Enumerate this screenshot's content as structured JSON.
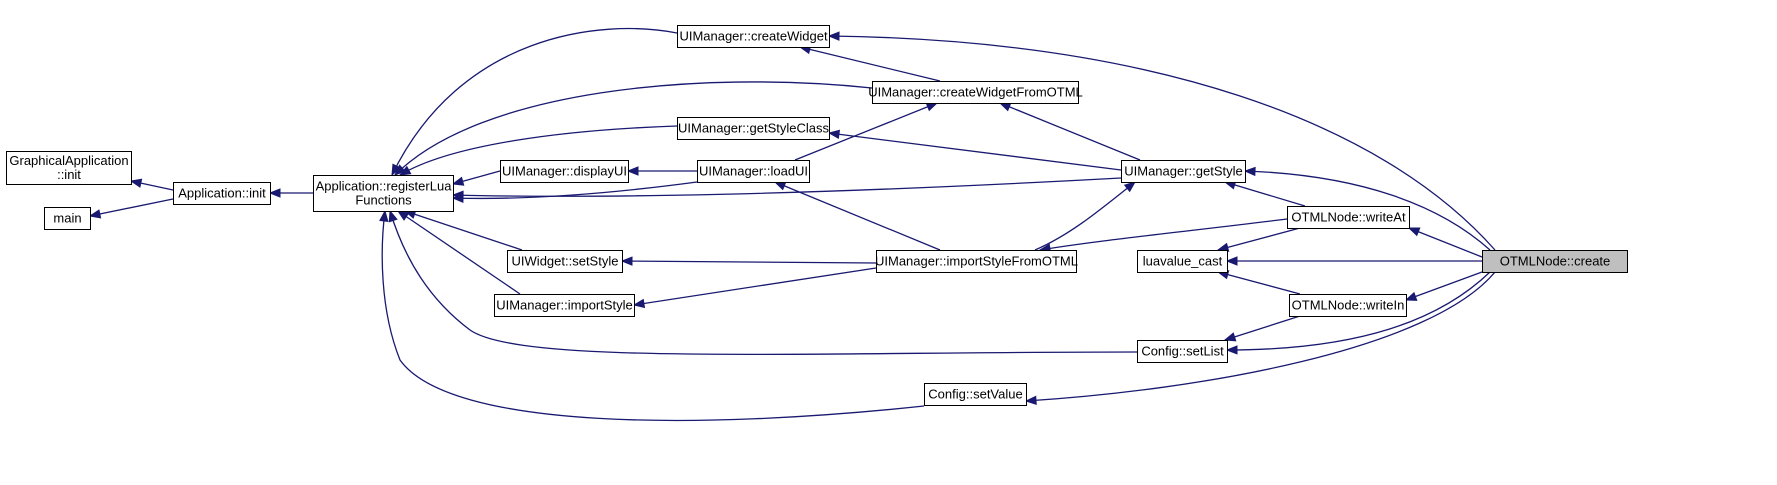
{
  "diagram": {
    "colors": {
      "edge": "#191970",
      "node_border": "#000000",
      "focus_fill": "#bfbfbf",
      "node_fill": "#ffffff"
    },
    "nodes": [
      {
        "id": "graphical_app_init",
        "lines": [
          "GraphicalApplication",
          "::init"
        ]
      },
      {
        "id": "main",
        "lines": [
          "main"
        ]
      },
      {
        "id": "application_init",
        "lines": [
          "Application::init"
        ]
      },
      {
        "id": "register_lua",
        "lines": [
          "Application::registerLua",
          "Functions"
        ]
      },
      {
        "id": "create_widget",
        "lines": [
          "UIManager::createWidget"
        ]
      },
      {
        "id": "create_widget_from_otml",
        "lines": [
          "UIManager::createWidgetFromOTML"
        ]
      },
      {
        "id": "get_style_class",
        "lines": [
          "UIManager::getStyleClass"
        ]
      },
      {
        "id": "display_ui",
        "lines": [
          "UIManager::displayUI"
        ]
      },
      {
        "id": "load_ui",
        "lines": [
          "UIManager::loadUI"
        ]
      },
      {
        "id": "set_style",
        "lines": [
          "UIWidget::setStyle"
        ]
      },
      {
        "id": "import_style_from_otml",
        "lines": [
          "UIManager::importStyleFromOTML"
        ]
      },
      {
        "id": "import_style",
        "lines": [
          "UIManager::importStyle"
        ]
      },
      {
        "id": "get_style",
        "lines": [
          "UIManager::getStyle"
        ]
      },
      {
        "id": "write_at",
        "lines": [
          "OTMLNode::writeAt"
        ]
      },
      {
        "id": "luavalue_cast",
        "lines": [
          "luavalue_cast"
        ]
      },
      {
        "id": "write_in",
        "lines": [
          "OTMLNode::writeIn"
        ]
      },
      {
        "id": "set_list",
        "lines": [
          "Config::setList"
        ]
      },
      {
        "id": "set_value",
        "lines": [
          "Config::setValue"
        ]
      },
      {
        "id": "otml_create",
        "lines": [
          "OTMLNode::create"
        ],
        "focus": true
      }
    ],
    "edges": [
      {
        "from": "application_init",
        "to": "graphical_app_init"
      },
      {
        "from": "application_init",
        "to": "main"
      },
      {
        "from": "register_lua",
        "to": "application_init"
      },
      {
        "from": "create_widget",
        "to": "register_lua"
      },
      {
        "from": "create_widget_from_otml",
        "to": "register_lua"
      },
      {
        "from": "get_style_class",
        "to": "register_lua"
      },
      {
        "from": "display_ui",
        "to": "register_lua"
      },
      {
        "from": "load_ui",
        "to": "register_lua"
      },
      {
        "from": "set_style",
        "to": "register_lua"
      },
      {
        "from": "import_style",
        "to": "register_lua"
      },
      {
        "from": "set_list",
        "to": "register_lua"
      },
      {
        "from": "set_value",
        "to": "register_lua"
      },
      {
        "from": "get_style",
        "to": "register_lua"
      },
      {
        "from": "create_widget_from_otml",
        "to": "create_widget"
      },
      {
        "from": "load_ui",
        "to": "create_widget_from_otml"
      },
      {
        "from": "load_ui",
        "to": "display_ui"
      },
      {
        "from": "get_style",
        "to": "create_widget_from_otml"
      },
      {
        "from": "get_style",
        "to": "get_style_class"
      },
      {
        "from": "import_style_from_otml",
        "to": "load_ui"
      },
      {
        "from": "import_style_from_otml",
        "to": "set_style"
      },
      {
        "from": "import_style_from_otml",
        "to": "import_style"
      },
      {
        "from": "get_style",
        "to": "import_style_from_otml"
      },
      {
        "from": "write_at",
        "to": "import_style_from_otml"
      },
      {
        "from": "write_at",
        "to": "get_style"
      },
      {
        "from": "write_at",
        "to": "luavalue_cast"
      },
      {
        "from": "write_in",
        "to": "luavalue_cast"
      },
      {
        "from": "write_in",
        "to": "set_list"
      },
      {
        "from": "otml_create",
        "to": "create_widget"
      },
      {
        "from": "otml_create",
        "to": "get_style"
      },
      {
        "from": "otml_create",
        "to": "write_at"
      },
      {
        "from": "otml_create",
        "to": "luavalue_cast"
      },
      {
        "from": "otml_create",
        "to": "write_in"
      },
      {
        "from": "otml_create",
        "to": "set_list"
      },
      {
        "from": "otml_create",
        "to": "set_value"
      }
    ]
  }
}
